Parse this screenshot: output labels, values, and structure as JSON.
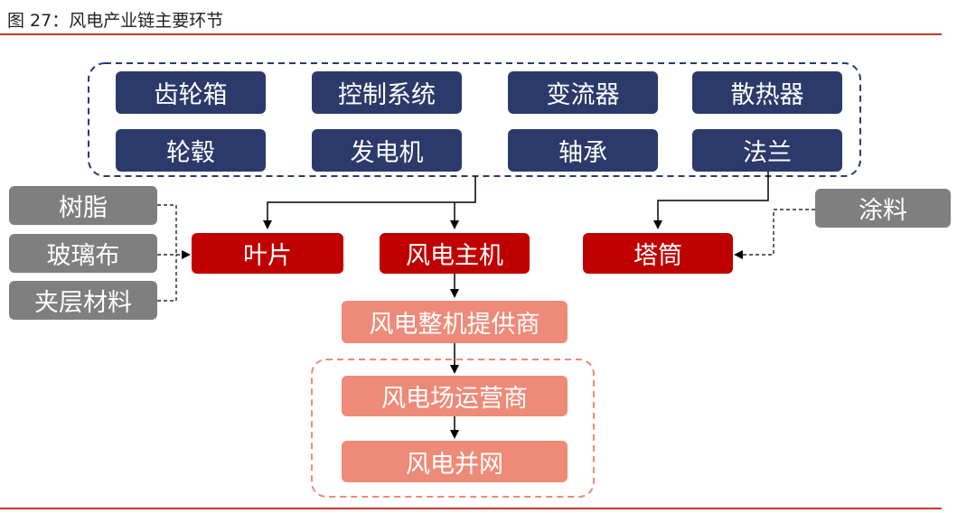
{
  "figure_title": "图 27：风电产业链主要环节",
  "components": {
    "items": [
      "齿轮箱",
      "控制系统",
      "变流器",
      "散热器",
      "轮毂",
      "发电机",
      "轴承",
      "法兰"
    ]
  },
  "blade_materials": [
    "树脂",
    "玻璃布",
    "夹层材料"
  ],
  "tower_material": "涂料",
  "main_parts": {
    "blade": "叶片",
    "nacelle": "风电主机",
    "tower": "塔筒"
  },
  "chain": {
    "oem": "风电整机提供商",
    "operator": "风电场运营商",
    "grid": "风电并网"
  },
  "colors": {
    "navy": "#2c3a6b",
    "grey": "#7f7f7f",
    "red": "#c00000",
    "salmon": "#ee8a78",
    "rule": "#c0392b"
  }
}
